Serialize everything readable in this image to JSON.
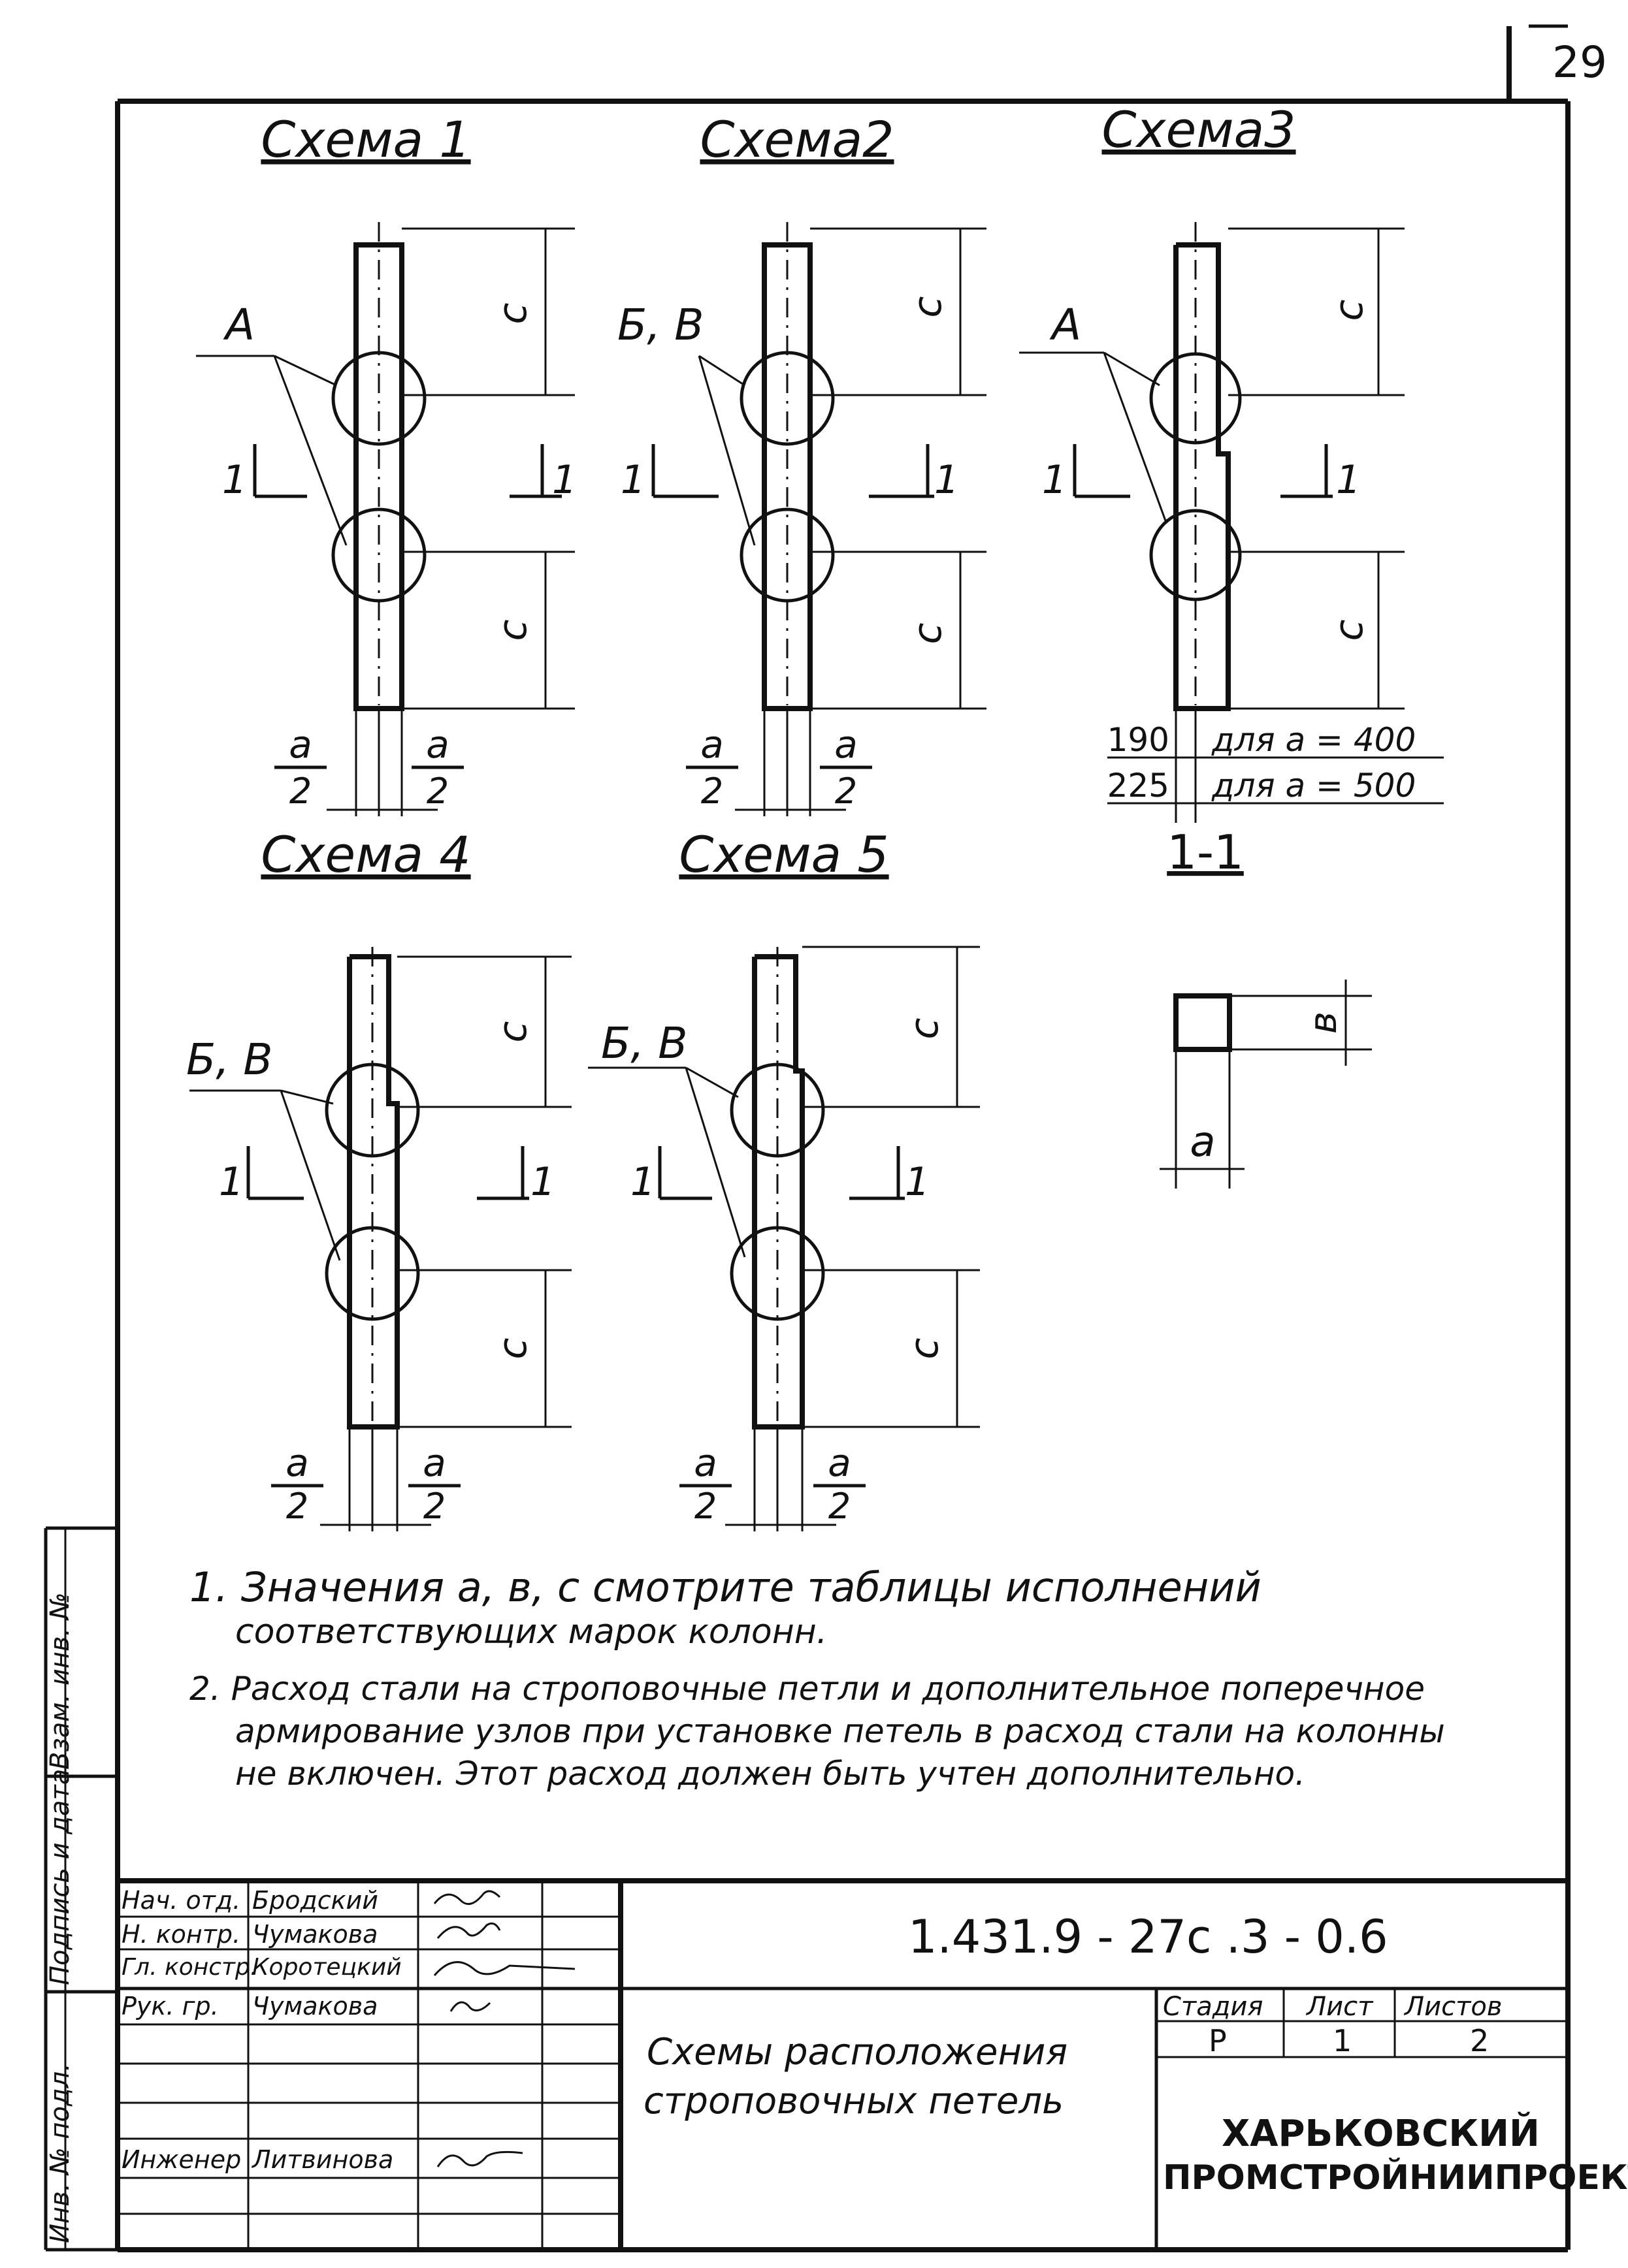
{
  "page_number": "29",
  "schemes": [
    {
      "title": "Схема 1",
      "label": "А"
    },
    {
      "title": "Схема2",
      "label": "Б, В"
    },
    {
      "title": "Схема3",
      "label": "А"
    },
    {
      "title": "Схема 4",
      "label": "Б, В"
    },
    {
      "title": "Схема 5",
      "label": "Б, В"
    }
  ],
  "dims": {
    "c": "с",
    "a": "а",
    "b": "в",
    "two": "2",
    "sect_left": "1",
    "sect_right": "1"
  },
  "section": {
    "title": "1-1",
    "rows": [
      {
        "value": "190",
        "text": "для а = 400"
      },
      {
        "value": "225",
        "text": "для а = 500"
      }
    ]
  },
  "notes": [
    {
      "line1": "1. Значения а, в, с смотрите таблицы исполнений",
      "line2": "соответствующих марок колонн."
    },
    {
      "line1": "2. Расход стали на строповочные петли и дополнительное поперечное",
      "line2": "армирование узлов при установке петель в расход стали на колонны",
      "line3": "не включен. Этот расход должен быть учтен дополнительно."
    }
  ],
  "side_labels": [
    "Инв. № подл.",
    "Подпись и дата",
    "Взам. инв. №"
  ],
  "title_block": {
    "roles": [
      {
        "role": "Нач. отд.",
        "name": "Бродский"
      },
      {
        "role": "Н. контр.",
        "name": "Чумакова"
      },
      {
        "role": "Гл. констр.",
        "name": "Коротецкий"
      },
      {
        "role": "Рук. гр.",
        "name": "Чумакова"
      },
      {
        "role": "Инженер",
        "name": "Литвинова"
      }
    ],
    "code": "1.431.9 - 27с .3 - 0.6",
    "title_line1": "Схемы расположения",
    "title_line2": "строповочных петель",
    "stage_label": "Стадия",
    "sheet_label": "Лист",
    "sheets_label": "Листов",
    "stage": "Р",
    "sheet": "1",
    "sheets": "2",
    "org_line1": "ХАРЬКОВСКИЙ",
    "org_line2": "ПРОМСТРОЙНИИПРОЕКТ"
  }
}
